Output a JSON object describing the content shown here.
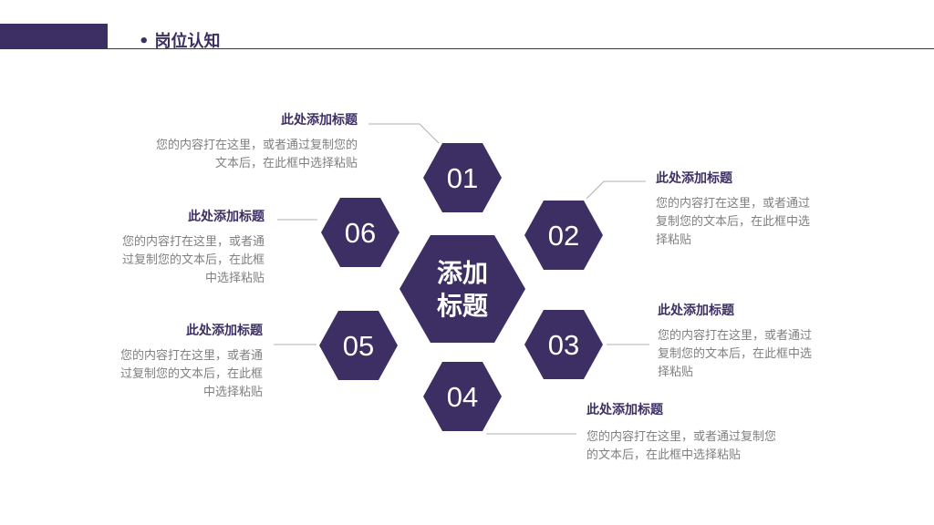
{
  "header": {
    "bullet": "•",
    "title": "岗位认知"
  },
  "center": {
    "line1": "添加",
    "line2": "标题"
  },
  "colors": {
    "accent": "#3d2f63",
    "connector": "#b0b0b0",
    "desc": "#808080"
  },
  "items": [
    {
      "number": "01",
      "title": "此处添加标题",
      "desc_lines": [
        "您的内容打在这里，或者通过复制您的",
        "文本后，在此框中选择粘贴"
      ]
    },
    {
      "number": "02",
      "title": "此处添加标题",
      "desc_lines": [
        "您的内容打在这里，或者通过",
        "复制您的文本后，在此框中选",
        "择粘贴"
      ]
    },
    {
      "number": "03",
      "title": "此处添加标题",
      "desc_lines": [
        "您的内容打在这里，或者通过",
        "复制您的文本后，在此框中选",
        "择粘贴"
      ]
    },
    {
      "number": "04",
      "title": "此处添加标题",
      "desc_lines": [
        "您的内容打在这里，或者通过复制您",
        "的文本后，在此框中选择粘贴"
      ]
    },
    {
      "number": "05",
      "title": "此处添加标题",
      "desc_lines": [
        "您的内容打在这里，或者通",
        "过复制您的文本后，在此框",
        "中选择粘贴"
      ]
    },
    {
      "number": "06",
      "title": "此处添加标题",
      "desc_lines": [
        "您的内容打在这里，或者通",
        "过复制您的文本后，在此框",
        "中选择粘贴"
      ]
    }
  ]
}
